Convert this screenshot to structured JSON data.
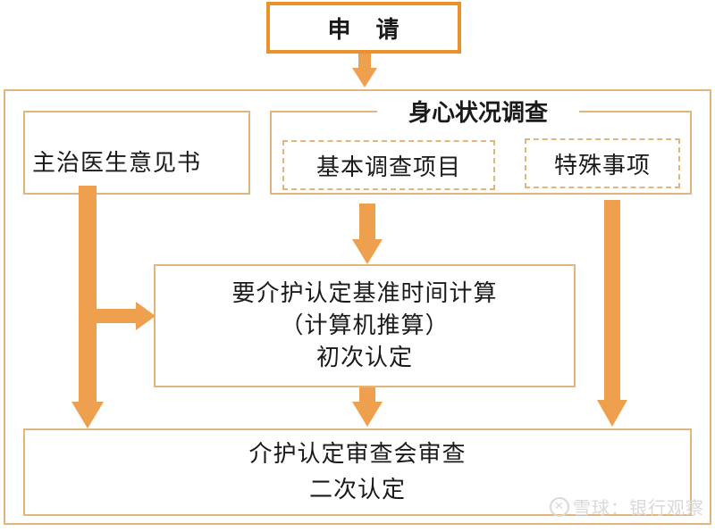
{
  "apply": {
    "label": "申　请"
  },
  "survey": {
    "title": "身心状况调查",
    "basic_items": "基本调查项目",
    "special_items": "特殊事项"
  },
  "doctor_opinion": {
    "label": "主治医生意见书"
  },
  "first_certification": {
    "line1": "要介护认定基准时间计算",
    "line2": "（计算机推算）",
    "line3": "初次认定"
  },
  "second_certification": {
    "line1": "介护认定审查会审查",
    "line2": "二次认定"
  },
  "watermark": {
    "text": "雪球：银行观察"
  },
  "colors": {
    "border": "#e2b57c",
    "arrow": "#eea04e",
    "apply_border": "#e8912d"
  }
}
